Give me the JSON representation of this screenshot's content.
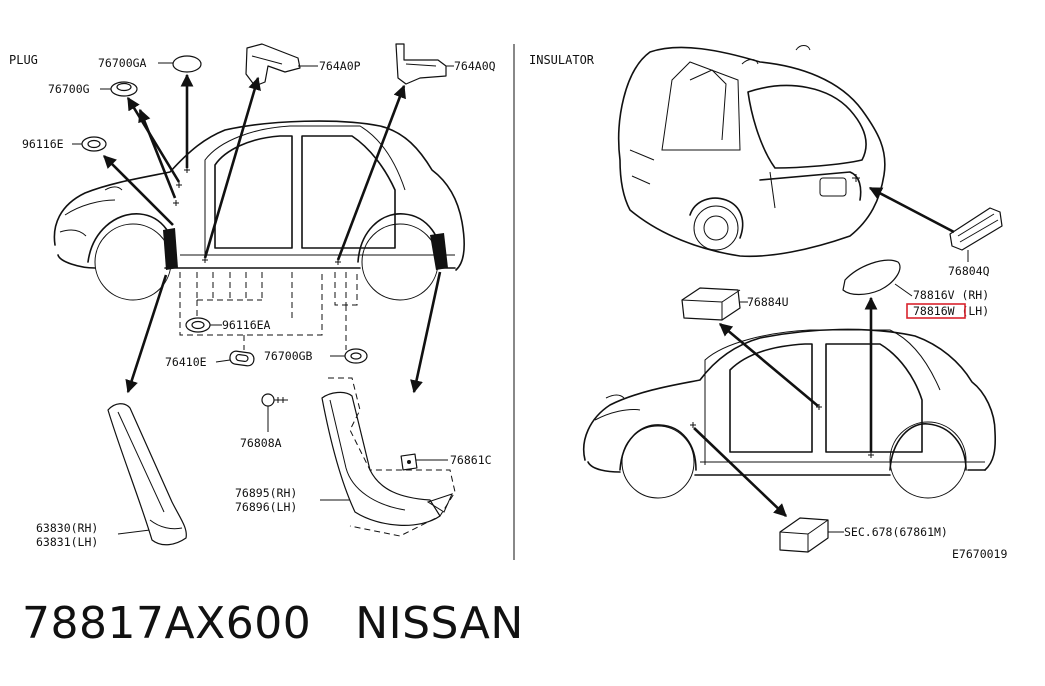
{
  "sections": {
    "left": "PLUG",
    "right": "INSULATOR"
  },
  "labels": {
    "p76700GA": "76700GA",
    "p764A0P": "764A0P",
    "p764A0Q": "764A0Q",
    "p76700G": "76700G",
    "p96116E": "96116E",
    "p96116EA": "96116EA",
    "p76410E": "76410E",
    "p76700GB": "76700GB",
    "p76808A": "76808A",
    "p76861C": "76861C",
    "p76895": "76895(RH)",
    "p76896": "76896(LH)",
    "p63830": "63830(RH)",
    "p63831": "63831(LH)",
    "p76804Q": "76804Q",
    "p78816V": "78816V (RH)",
    "p78816W": "78816W (LH)",
    "p76884U": "76884U",
    "sec678": "SEC.678(67861M)",
    "diagramId": "E7670019"
  },
  "highlight_color": "#d9232d",
  "footer": {
    "partNumber": "78817AX600",
    "brand": "NISSAN"
  }
}
